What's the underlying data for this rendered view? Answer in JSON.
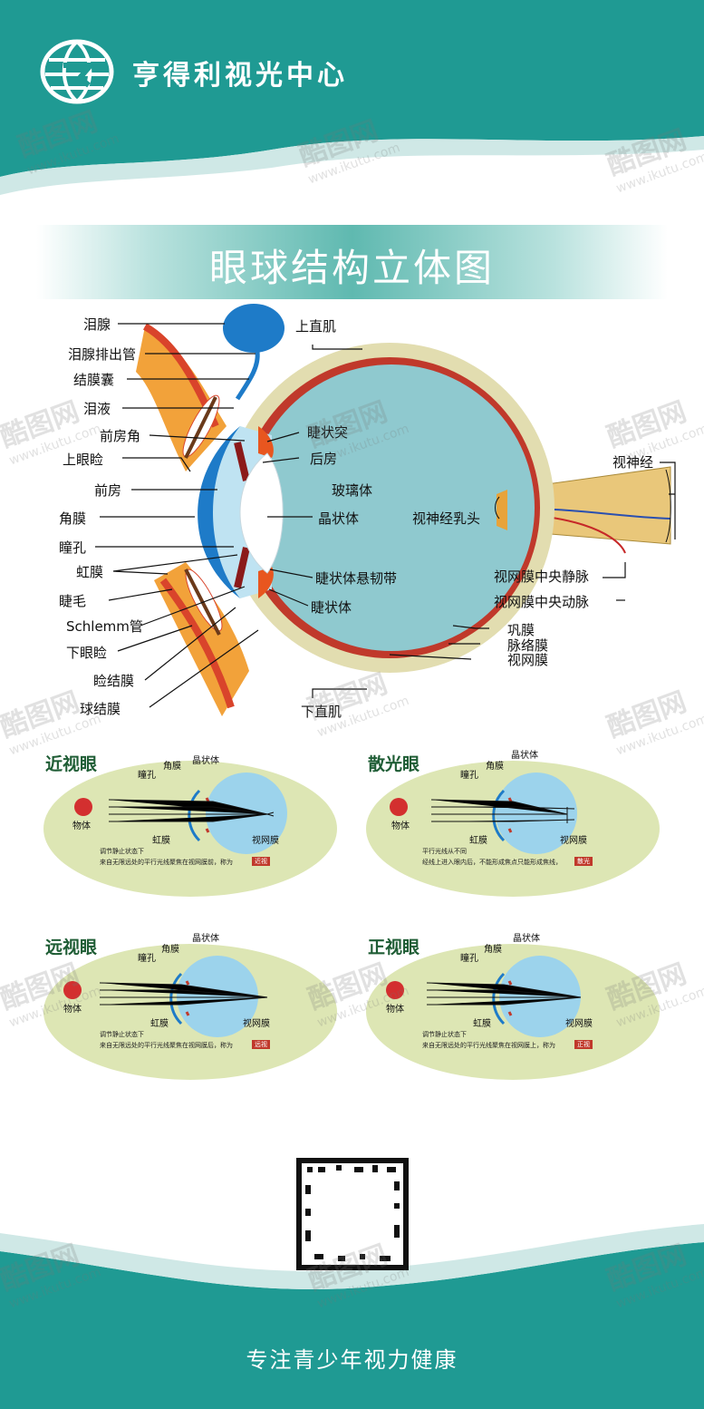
{
  "brand": {
    "name": "亨得利视光中心",
    "logo_icon": "globe-logo-icon"
  },
  "title": "眼球结构立体图",
  "labels": {
    "lacrimal_gland": "泪腺",
    "lacrimal_duct": "泪腺排出管",
    "conjunctival_sac": "结膜囊",
    "tears": "泪液",
    "anterior_chamber_angle": "前房角",
    "upper_eyelid": "上眼睑",
    "anterior_chamber": "前房",
    "cornea": "角膜",
    "pupil": "瞳孔",
    "iris": "虹膜",
    "eyelash": "睫毛",
    "schlemm": "Schlemm管",
    "lower_eyelid": "下眼睑",
    "palpebral_conjunctiva": "睑结膜",
    "bulbar_conjunctiva": "球结膜",
    "superior_rectus": "上直肌",
    "ciliary_process": "睫状突",
    "posterior_chamber": "后房",
    "vitreous": "玻璃体",
    "lens": "晶状体",
    "optic_disc": "视神经乳头",
    "optic_nerve": "视神经",
    "zonule": "睫状体悬韧带",
    "ciliary_body": "睫状体",
    "central_retinal_vein": "视网膜中央静脉",
    "central_retinal_artery": "视网膜中央动脉",
    "sclera": "巩膜",
    "choroid": "脉络膜",
    "retina": "视网膜",
    "inferior_rectus": "下直肌"
  },
  "panels": [
    {
      "title": "近视眼",
      "pupil": "瞳孔",
      "cornea": "角膜",
      "lens": "晶状体",
      "object": "物体",
      "iris": "虹膜",
      "retina": "视网膜",
      "note1": "调节静止状态下",
      "note2": "来自无限远处的平行光线聚焦在视网膜前，称为",
      "tag": "近视"
    },
    {
      "title": "散光眼",
      "pupil": "瞳孔",
      "cornea": "角膜",
      "lens": "晶状体",
      "object": "物体",
      "iris": "虹膜",
      "retina": "视网膜",
      "note1": "平行光线从不同",
      "note2": "经线上进入眼内后，不能形成焦点只能形成焦线，",
      "tag": "散光"
    },
    {
      "title": "远视眼",
      "pupil": "瞳孔",
      "cornea": "角膜",
      "lens": "晶状体",
      "object": "物体",
      "iris": "虹膜",
      "retina": "视网膜",
      "note1": "调节静止状态下",
      "note2": "来自无限远处的平行光线聚焦在视网膜后，称为",
      "tag": "远视"
    },
    {
      "title": "正视眼",
      "pupil": "瞳孔",
      "cornea": "角膜",
      "lens": "晶状体",
      "object": "物体",
      "iris": "虹膜",
      "retina": "视网膜",
      "note1": "调节静止状态下",
      "note2": "来自无限远处的平行光线聚焦在视网膜上，称为",
      "tag": "正视"
    }
  ],
  "slogan": "专注青少年视力健康",
  "watermark": {
    "text": "酷图网",
    "url": "www.ikutu.com"
  },
  "colors": {
    "teal": "#1f9a93",
    "dark_green": "#1f5d35",
    "eyeball": "#8fc9cf",
    "sclera": "#e2ddb0",
    "panel_bg": "#dde6b4"
  }
}
